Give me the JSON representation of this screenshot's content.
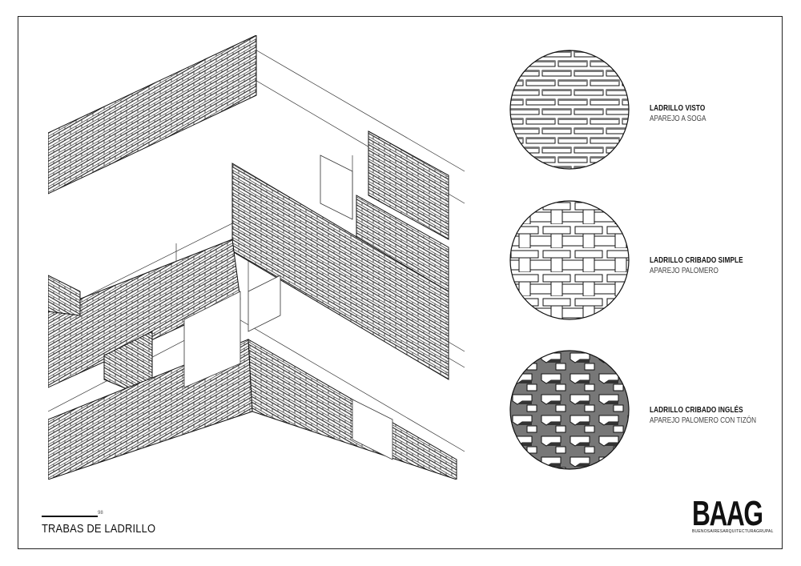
{
  "sheet": {
    "title": "TRABAS DE LADRILLO",
    "title_number": "98"
  },
  "logo": {
    "mark": "BAAG",
    "subtitle": "BUENOSAIRESARQUITECTURAGRUPAL"
  },
  "patterns": [
    {
      "title": "LADRILLO VISTO",
      "subtitle": "APAREJO A SOGA",
      "icon": "running-bond-pattern"
    },
    {
      "title": "LADRILLO CRIBADO SIMPLE",
      "subtitle": "APAREJO PALOMERO",
      "icon": "open-bond-pattern"
    },
    {
      "title": "LADRILLO CRIBADO INGLÉS",
      "subtitle": "APAREJO PALOMERO CON TIZÓN",
      "icon": "open-bond-header-pattern"
    }
  ],
  "colors": {
    "line": "#111111",
    "shade": "#555555",
    "paper": "#ffffff"
  }
}
